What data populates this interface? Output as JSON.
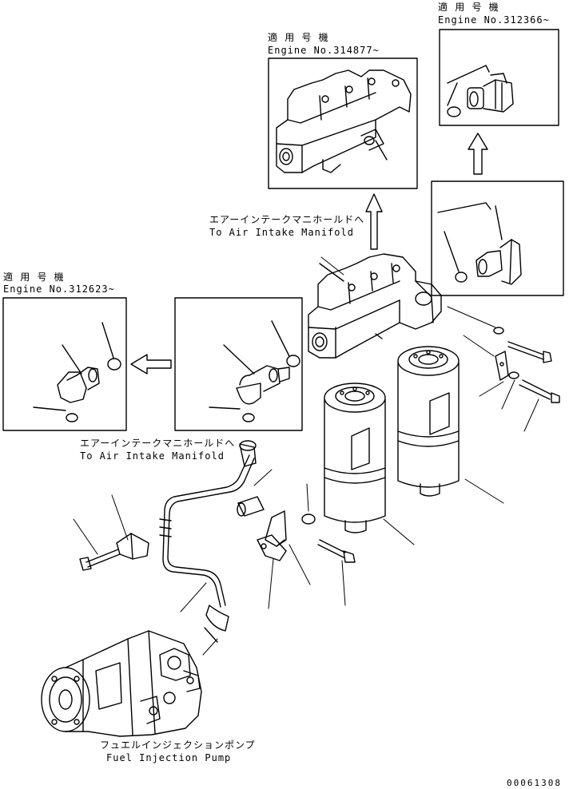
{
  "labels": {
    "top_right_jp": "適 用 号 機",
    "top_right_en": "Engine No.312366~",
    "top_center_jp": "適 用 号 機",
    "top_center_en": "Engine No.314877~",
    "left_jp": "適 用 号 機",
    "left_en": "Engine No.312623~",
    "air_intake_upper_jp": "エアーインテークマニホールドへ",
    "air_intake_upper_en": "To Air Intake Manifold",
    "air_intake_lower_jp": "エアーインテークマニホールドへ",
    "air_intake_lower_en": "To Air Intake Manifold",
    "pump_jp": "フュエルインジェクションポンプ",
    "pump_en": "Fuel Injection Pump",
    "drawing_number": "00061308"
  }
}
